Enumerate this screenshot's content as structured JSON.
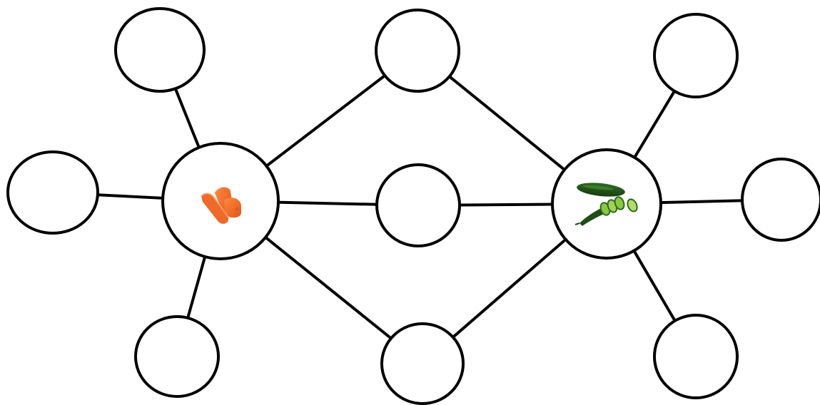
{
  "diagram": {
    "type": "double-bubble-map",
    "colors": {
      "stroke": "#000000",
      "fill": "#ffffff"
    },
    "center_nodes": [
      {
        "id": "carrot",
        "icon": "carrot-icon",
        "text": ""
      },
      {
        "id": "cucumber",
        "icon": "cucumber-icon",
        "text": ""
      }
    ],
    "similarity_nodes": [
      {
        "id": "shared-top",
        "text": ""
      },
      {
        "id": "shared-middle",
        "text": ""
      },
      {
        "id": "shared-bottom",
        "text": ""
      }
    ],
    "left_difference_nodes": [
      {
        "id": "left-top",
        "text": ""
      },
      {
        "id": "left-middle",
        "text": ""
      },
      {
        "id": "left-bottom",
        "text": ""
      }
    ],
    "right_difference_nodes": [
      {
        "id": "right-top",
        "text": ""
      },
      {
        "id": "right-middle",
        "text": ""
      },
      {
        "id": "right-bottom",
        "text": ""
      }
    ],
    "edges": [
      [
        "carrot",
        "left-top"
      ],
      [
        "carrot",
        "left-middle"
      ],
      [
        "carrot",
        "left-bottom"
      ],
      [
        "carrot",
        "shared-top"
      ],
      [
        "carrot",
        "shared-middle"
      ],
      [
        "carrot",
        "shared-bottom"
      ],
      [
        "cucumber",
        "shared-top"
      ],
      [
        "cucumber",
        "shared-middle"
      ],
      [
        "cucumber",
        "shared-bottom"
      ],
      [
        "cucumber",
        "right-top"
      ],
      [
        "cucumber",
        "right-middle"
      ],
      [
        "cucumber",
        "right-bottom"
      ]
    ]
  }
}
